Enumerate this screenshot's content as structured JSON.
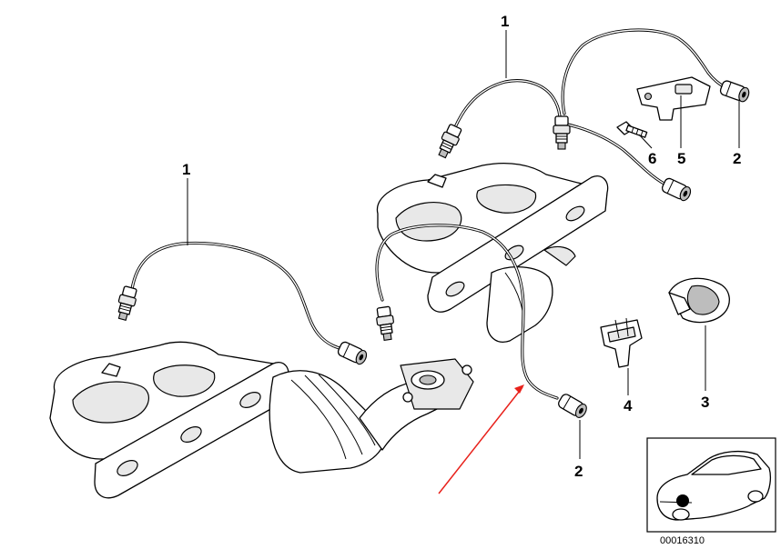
{
  "callouts": [
    {
      "id": "c1a",
      "label": "1"
    },
    {
      "id": "c1b",
      "label": "1"
    },
    {
      "id": "c2a",
      "label": "2"
    },
    {
      "id": "c2b",
      "label": "2"
    },
    {
      "id": "c3",
      "label": "3"
    },
    {
      "id": "c4",
      "label": "4"
    },
    {
      "id": "c5",
      "label": "5"
    },
    {
      "id": "c6",
      "label": "6"
    }
  ],
  "inset": {
    "reference_number": "00016310"
  },
  "colors": {
    "ink": "#000000",
    "pointer_arrow": "#e8211b",
    "background": "#ffffff"
  }
}
